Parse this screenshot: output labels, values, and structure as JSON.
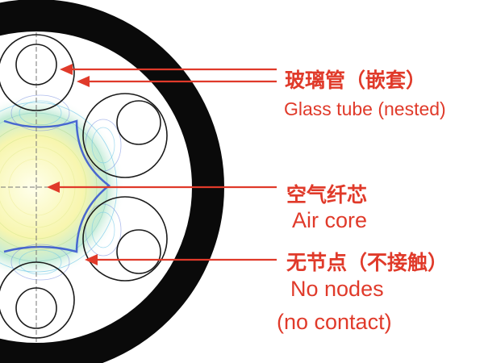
{
  "colors": {
    "annotation": "#e03a2a",
    "jacket": "#0a0a0a",
    "tube_stroke": "#1a1a1a",
    "field_blue": "#3050d0",
    "field_cyan": "#6ec6e8",
    "field_yellow": "#f2f08a"
  },
  "labels": {
    "glass_tube_cn": "玻璃管（嵌套）",
    "glass_tube_en": "Glass tube (nested)",
    "air_core_cn": "空气纤芯",
    "air_core_en": "Air core",
    "no_nodes_cn": "无节点（不接触）",
    "no_nodes_en_1": "No nodes",
    "no_nodes_en_2": "(no contact)"
  },
  "icons": {
    "arrow": "arrowhead-left"
  }
}
